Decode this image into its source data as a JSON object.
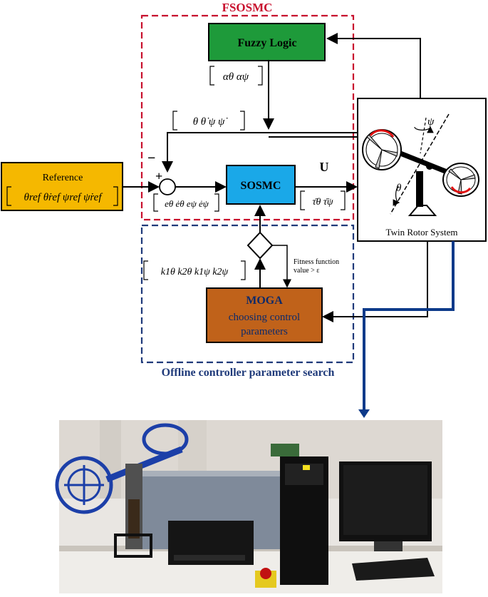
{
  "diagram": {
    "fsosmc_title": "FSOSMC",
    "offline_title": "Offline controller parameter search",
    "fuzzy_label": "Fuzzy Logic",
    "sosmc_label": "SOSMC",
    "moga_line1": "MOGA",
    "moga_line2": "choosing control",
    "moga_line3": "parameters",
    "reference_title": "Reference",
    "reference_vector": "θref  θ̇ref  ψref  ψ̇ref",
    "alpha_vector": "αθ  αψ",
    "state_vector": "θ  θ̇  ψ  ψ̇",
    "error_vector": "eθ  ėθ  eψ  ėψ",
    "tau_vector": "τ̄θ  τ̄ψ",
    "gain_vector": "k1θ  k2θ  k1ψ  k2ψ",
    "u_label": "U",
    "plus_sign": "+",
    "minus_sign": "−",
    "fitness_line1": "Fitness function",
    "fitness_line2": "value > ε",
    "twin_rotor_label": "Twin Rotor System",
    "psi_symbol": "ψ",
    "theta_symbol": "θ"
  },
  "colors": {
    "fsosmc_border": "#c8102e",
    "offline_border": "#1f3a7a",
    "fuzzy_fill": "#1e9a3a",
    "sosmc_fill": "#1aa8e8",
    "moga_fill": "#c0621a",
    "reference_fill": "#f5b800",
    "link_arrow": "#0d3a8a"
  }
}
